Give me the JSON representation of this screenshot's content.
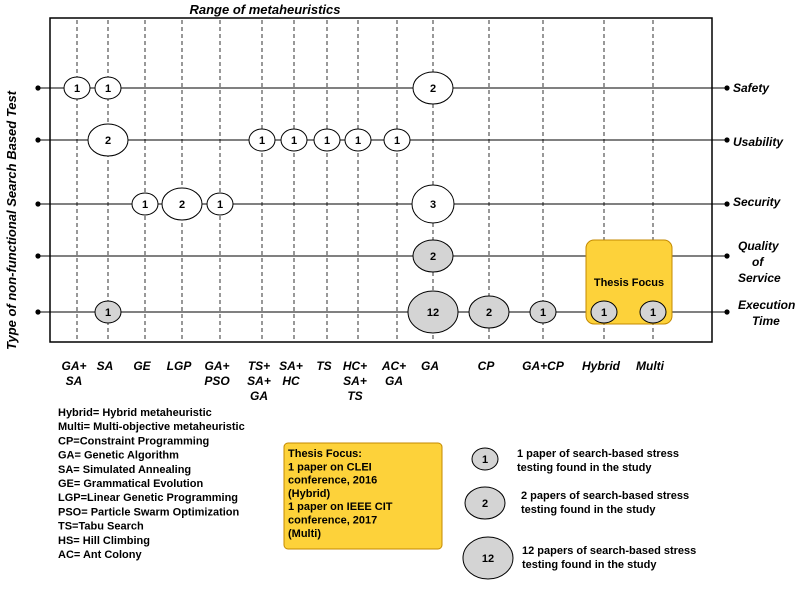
{
  "title": "Range of metaheuristics",
  "y_axis_title": "Type of non-functional Search Based Test",
  "columns": [
    {
      "label": [
        "GA+",
        "SA"
      ]
    },
    {
      "label": [
        "SA"
      ]
    },
    {
      "label": [
        "GE"
      ]
    },
    {
      "label": [
        "LGP"
      ]
    },
    {
      "label": [
        "GA+",
        "PSO"
      ]
    },
    {
      "label": [
        "TS+",
        "SA+",
        "GA"
      ]
    },
    {
      "label": [
        "SA+",
        "HC"
      ]
    },
    {
      "label": [
        "TS"
      ]
    },
    {
      "label": [
        "HC+",
        "SA+",
        "TS"
      ]
    },
    {
      "label": [
        "AC+",
        "GA"
      ]
    },
    {
      "label": [
        "GA"
      ]
    },
    {
      "label": [
        "CP"
      ]
    },
    {
      "label": [
        "GA+CP"
      ]
    },
    {
      "label": [
        "Hybrid"
      ]
    },
    {
      "label": [
        "Multi"
      ]
    }
  ],
  "rows": [
    {
      "label": [
        "Safety"
      ],
      "cells": [
        {
          "col": 0,
          "count": 1,
          "fill": "white"
        },
        {
          "col": 1,
          "count": 1,
          "fill": "white"
        },
        {
          "col": 10,
          "count": 2,
          "fill": "white"
        }
      ]
    },
    {
      "label": [
        "Usability"
      ],
      "cells": [
        {
          "col": 1,
          "count": 2,
          "fill": "white"
        },
        {
          "col": 5,
          "count": 1,
          "fill": "white"
        },
        {
          "col": 6,
          "count": 1,
          "fill": "white"
        },
        {
          "col": 7,
          "count": 1,
          "fill": "white"
        },
        {
          "col": 8,
          "count": 1,
          "fill": "white"
        },
        {
          "col": 9,
          "count": 1,
          "fill": "white"
        }
      ]
    },
    {
      "label": [
        "Security"
      ],
      "cells": [
        {
          "col": 2,
          "count": 1,
          "fill": "white"
        },
        {
          "col": 3,
          "count": 2,
          "fill": "white"
        },
        {
          "col": 4,
          "count": 1,
          "fill": "white"
        },
        {
          "col": 10,
          "count": 3,
          "fill": "white"
        }
      ]
    },
    {
      "label": [
        "Quality",
        "of",
        "Service"
      ],
      "cells": [
        {
          "col": 10,
          "count": 2,
          "fill": "grey"
        }
      ]
    },
    {
      "label": [
        "Execution",
        "Time"
      ],
      "cells": [
        {
          "col": 1,
          "count": 1,
          "fill": "grey"
        },
        {
          "col": 10,
          "count": 12,
          "fill": "grey"
        },
        {
          "col": 11,
          "count": 2,
          "fill": "grey"
        },
        {
          "col": 12,
          "count": 1,
          "fill": "grey"
        },
        {
          "col": 13,
          "count": 1,
          "fill": "grey"
        },
        {
          "col": 14,
          "count": 1,
          "fill": "grey"
        }
      ]
    }
  ],
  "thesis_box_title": "Thesis Focus",
  "abbreviations": [
    "Hybrid= Hybrid metaheuristic",
    "Multi= Multi-objective metaheuristic",
    "CP=Constraint Programming",
    "GA= Genetic Algorithm",
    "SA= Simulated Annealing",
    "GE= Grammatical Evolution",
    "LGP=Linear Genetic Programming",
    "PSO= Particle Swarm Optimization",
    "TS=Tabu Search",
    "HS= Hill Climbing",
    "AC= Ant Colony"
  ],
  "thesis_note": [
    "Thesis Focus:",
    "1 paper on CLEI",
    "conference,  2016",
    "(Hybrid)",
    "1 paper on IEEE CIT",
    "conference, 2017",
    "(Multi)"
  ],
  "legend": [
    {
      "count": 1,
      "text": [
        "1 paper of search-based stress",
        " testing found in the study"
      ]
    },
    {
      "count": 2,
      "text": [
        "2 papers of search-based stress",
        " testing found in the study"
      ]
    },
    {
      "count": 12,
      "text": [
        "12 papers of search-based stress",
        " testing found in the study"
      ]
    }
  ],
  "colors": {
    "grey_fill": "#d4d4d4",
    "thesis_fill": "#fdd23a",
    "thesis_stroke": "#c48a00",
    "white_fill": "#ffffff"
  }
}
